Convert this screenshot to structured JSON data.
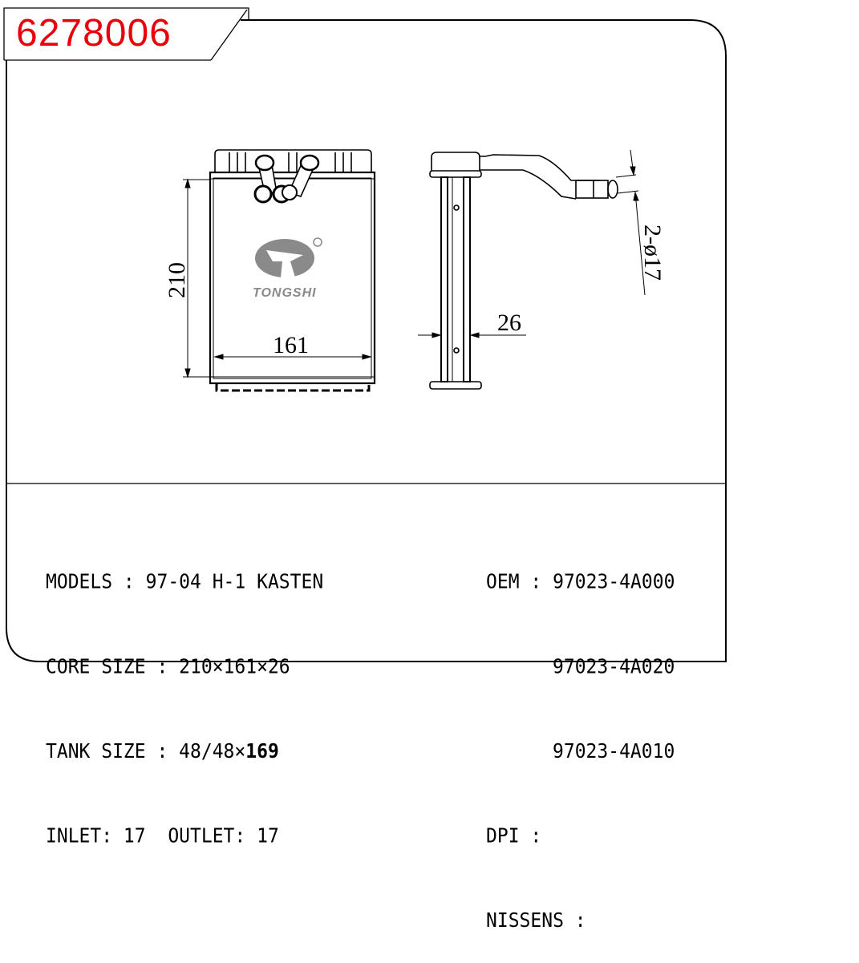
{
  "part_number": "6278006",
  "brand": "TONGSHI",
  "dimensions": {
    "height": "210",
    "width": "161",
    "depth": "26",
    "pipes": "2-ø17"
  },
  "specs": {
    "models_label": "MODELS : ",
    "models_value": "97-04 H-1 KASTEN",
    "core_label": "CORE SIZE : ",
    "core_value": "210×161×26",
    "tank_label": "TANK SIZE : ",
    "tank_value": "48/48×",
    "tank_value_bold": "169",
    "inlet_outlet": "INLET: 17  OUTLET: 17"
  },
  "references": {
    "oem_label": "OEM : ",
    "oem_numbers": [
      "97023-4A000",
      "97023-4A020",
      "97023-4A010"
    ],
    "dpi_label": "DPI :",
    "nissens_label": "NISSENS :"
  },
  "colors": {
    "title": "#e8000b",
    "logo": "#8a8a8a"
  }
}
